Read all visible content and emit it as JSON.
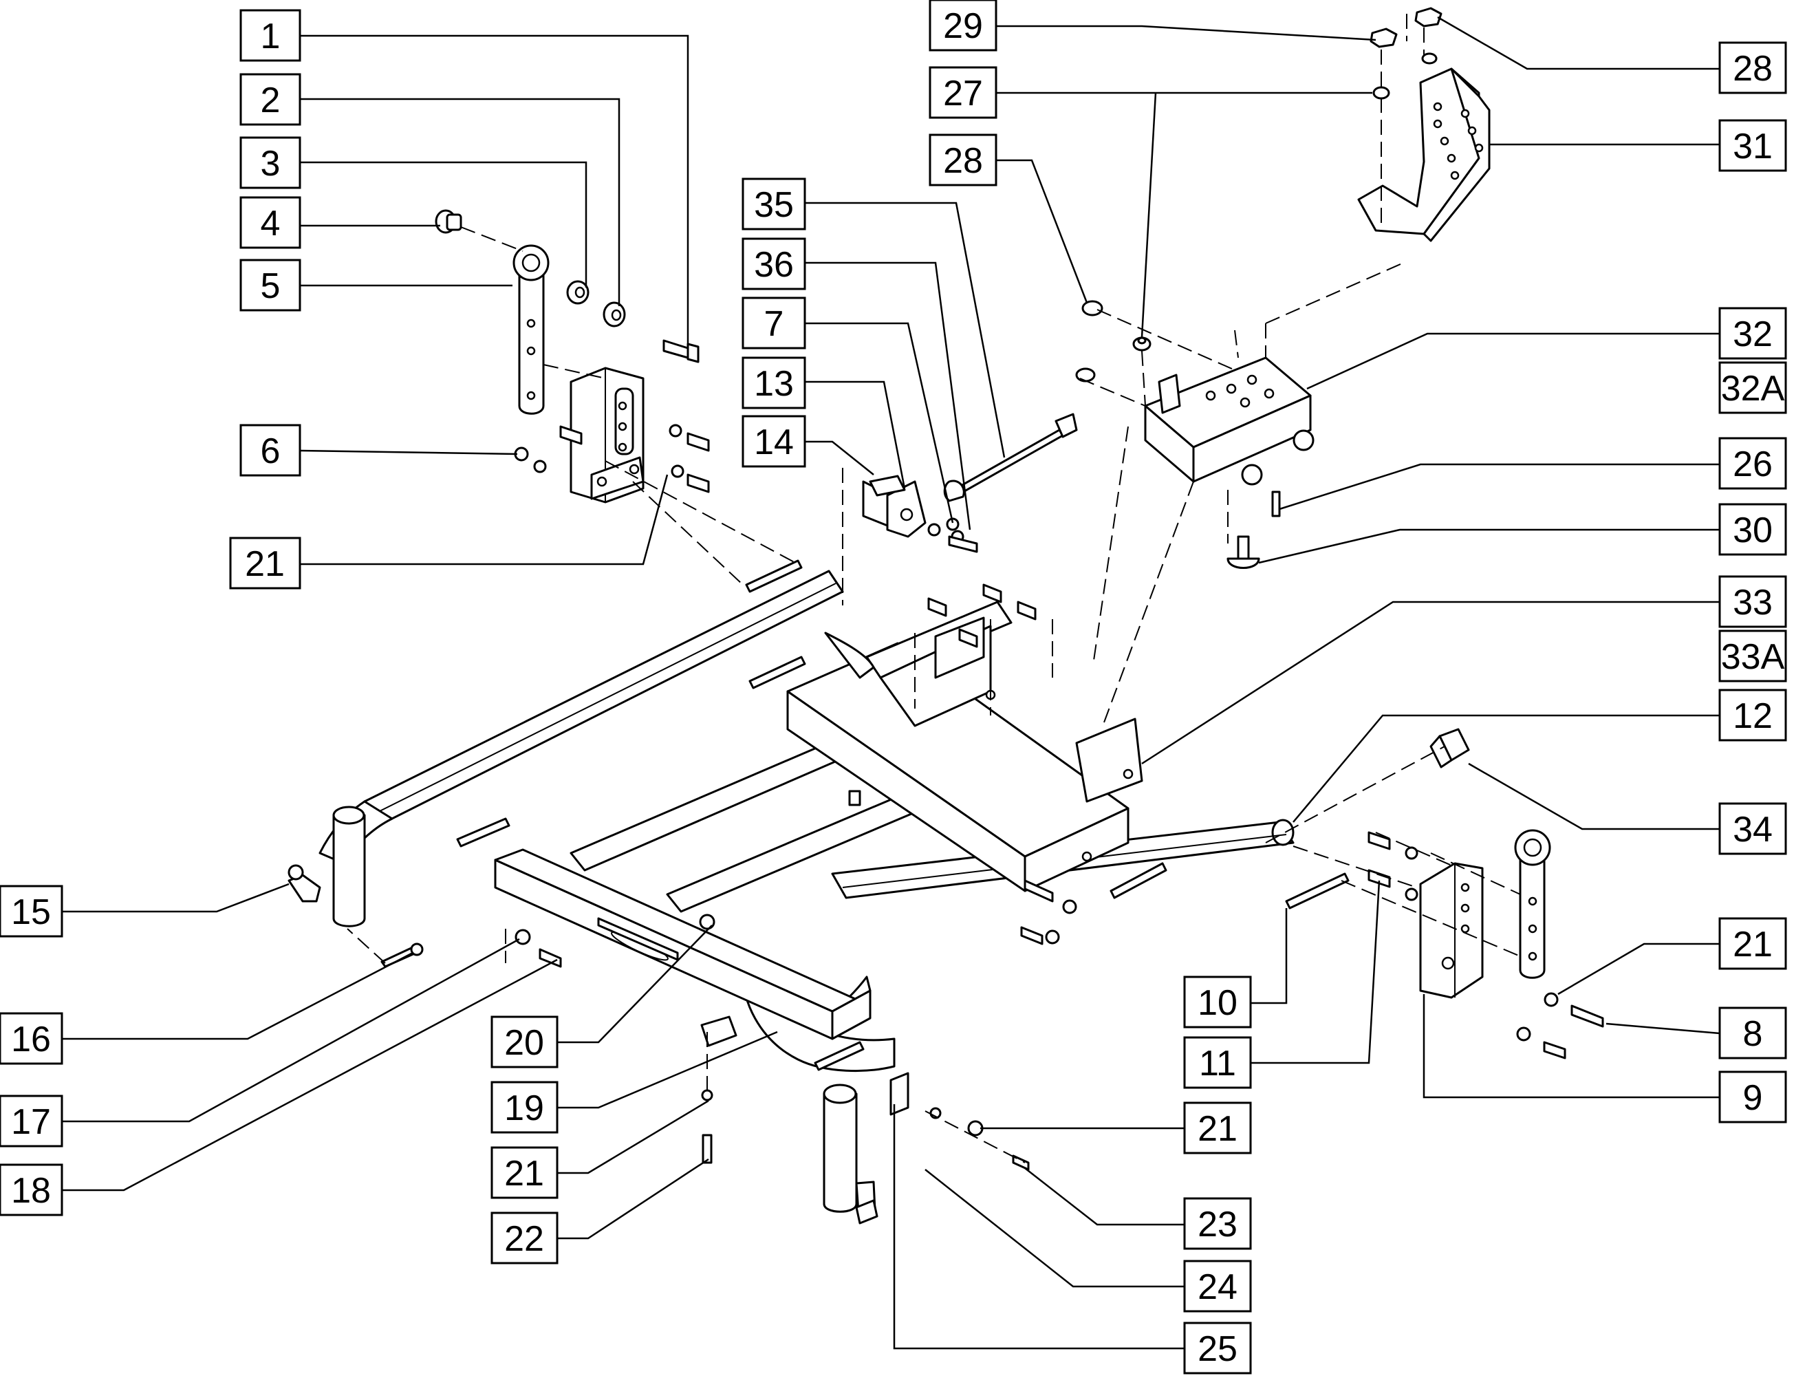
{
  "callouts": [
    {
      "id": "c1",
      "text": "1"
    },
    {
      "id": "c2",
      "text": "2"
    },
    {
      "id": "c3",
      "text": "3"
    },
    {
      "id": "c4",
      "text": "4"
    },
    {
      "id": "c5",
      "text": "5"
    },
    {
      "id": "c6",
      "text": "6"
    },
    {
      "id": "c7",
      "text": "7"
    },
    {
      "id": "c8",
      "text": "8"
    },
    {
      "id": "c9",
      "text": "9"
    },
    {
      "id": "c10",
      "text": "10"
    },
    {
      "id": "c11",
      "text": "11"
    },
    {
      "id": "c12",
      "text": "12"
    },
    {
      "id": "c13",
      "text": "13"
    },
    {
      "id": "c14",
      "text": "14"
    },
    {
      "id": "c15",
      "text": "15"
    },
    {
      "id": "c16",
      "text": "16"
    },
    {
      "id": "c17",
      "text": "17"
    },
    {
      "id": "c18",
      "text": "18"
    },
    {
      "id": "c19",
      "text": "19"
    },
    {
      "id": "c20",
      "text": "20"
    },
    {
      "id": "c21a",
      "text": "21"
    },
    {
      "id": "c21b",
      "text": "21"
    },
    {
      "id": "c21c",
      "text": "21"
    },
    {
      "id": "c21d",
      "text": "21"
    },
    {
      "id": "c22",
      "text": "22"
    },
    {
      "id": "c23",
      "text": "23"
    },
    {
      "id": "c24",
      "text": "24"
    },
    {
      "id": "c25",
      "text": "25"
    },
    {
      "id": "c26",
      "text": "26"
    },
    {
      "id": "c27",
      "text": "27"
    },
    {
      "id": "c28a",
      "text": "28"
    },
    {
      "id": "c28b",
      "text": "28"
    },
    {
      "id": "c29",
      "text": "29"
    },
    {
      "id": "c30",
      "text": "30"
    },
    {
      "id": "c31",
      "text": "31"
    },
    {
      "id": "c32",
      "text": "32"
    },
    {
      "id": "c32A",
      "text": "32A"
    },
    {
      "id": "c33",
      "text": "33"
    },
    {
      "id": "c33A",
      "text": "33A"
    },
    {
      "id": "c34",
      "text": "34"
    },
    {
      "id": "c35",
      "text": "35"
    },
    {
      "id": "c36",
      "text": "36"
    }
  ]
}
